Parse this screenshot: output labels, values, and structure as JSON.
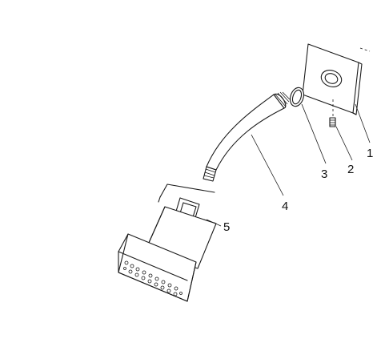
{
  "callouts": [
    {
      "id": "wall-flange",
      "label": "1"
    },
    {
      "id": "set-screw",
      "label": "2"
    },
    {
      "id": "washer",
      "label": "3"
    },
    {
      "id": "shower-arm",
      "label": "4"
    },
    {
      "id": "shower-head-connector",
      "label": "5"
    }
  ],
  "colors": {
    "line": "#1a1a1a",
    "background": "#ffffff"
  }
}
